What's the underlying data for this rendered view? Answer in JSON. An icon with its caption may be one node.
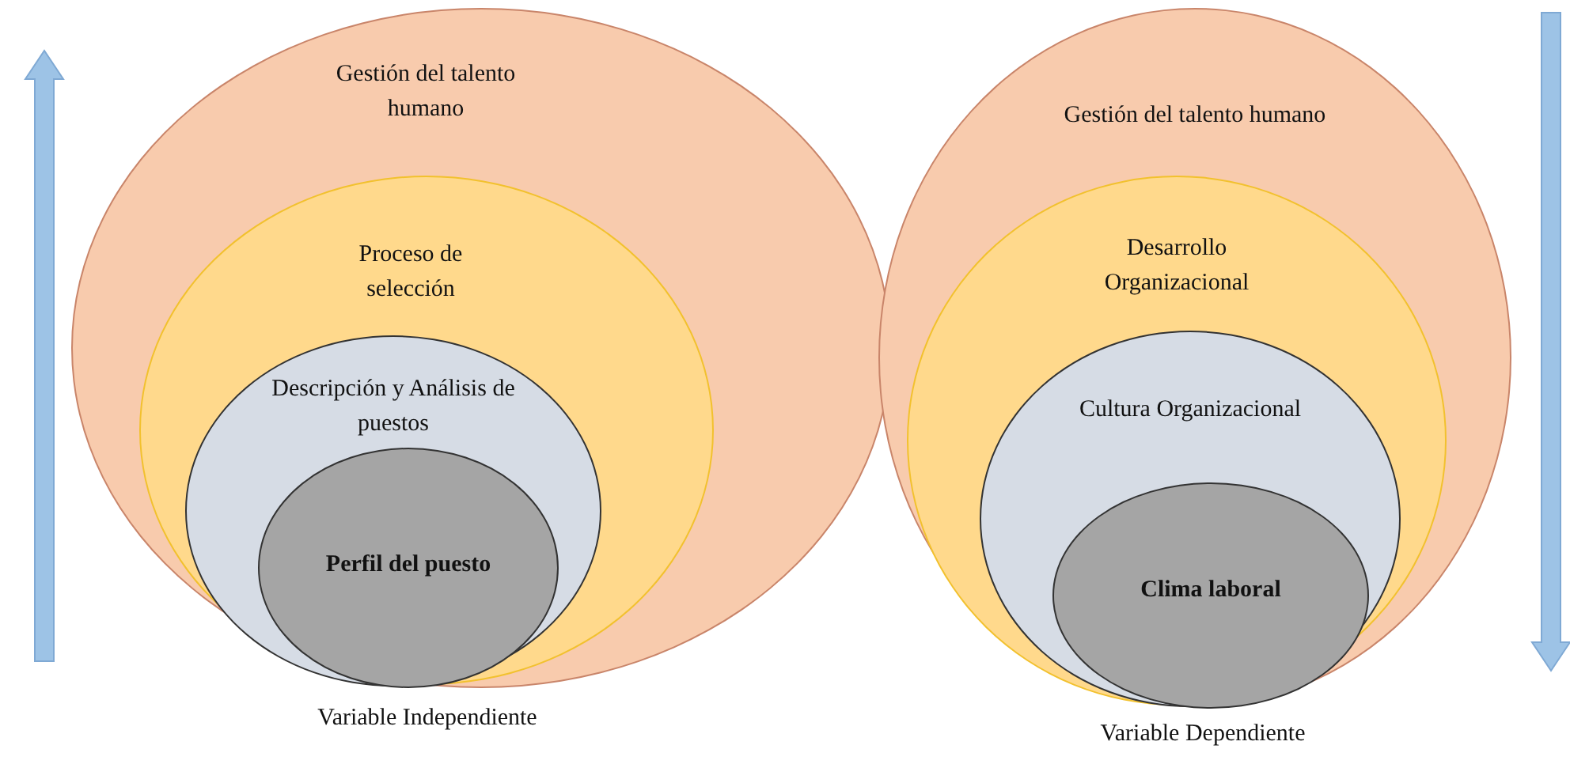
{
  "diagram": {
    "nodes": [
      {
        "text": [
          "Gestión del talento humano"
        ],
        "beside": [
          "Variable Independiente"
        ]
      },
      {
        "text": [
          "Proceso de selección"
        ],
        "in": 0
      },
      {
        "text": [
          "Descripción y Análisis de puestos"
        ],
        "in": 1
      },
      {
        "text": [
          "Perfil del puesto"
        ],
        "in": 2
      },
      {
        "text": [
          "Gestión del talento humano"
        ],
        "beside": [
          "Variable Dependiente"
        ]
      },
      {
        "text": [
          "Desarrollo Organizacional"
        ],
        "in": 4
      },
      {
        "text": [
          "Cultura Organizacional"
        ],
        "in": 5
      },
      {
        "text": [
          "Clima laboral"
        ],
        "in": 6
      }
    ]
  }
}
